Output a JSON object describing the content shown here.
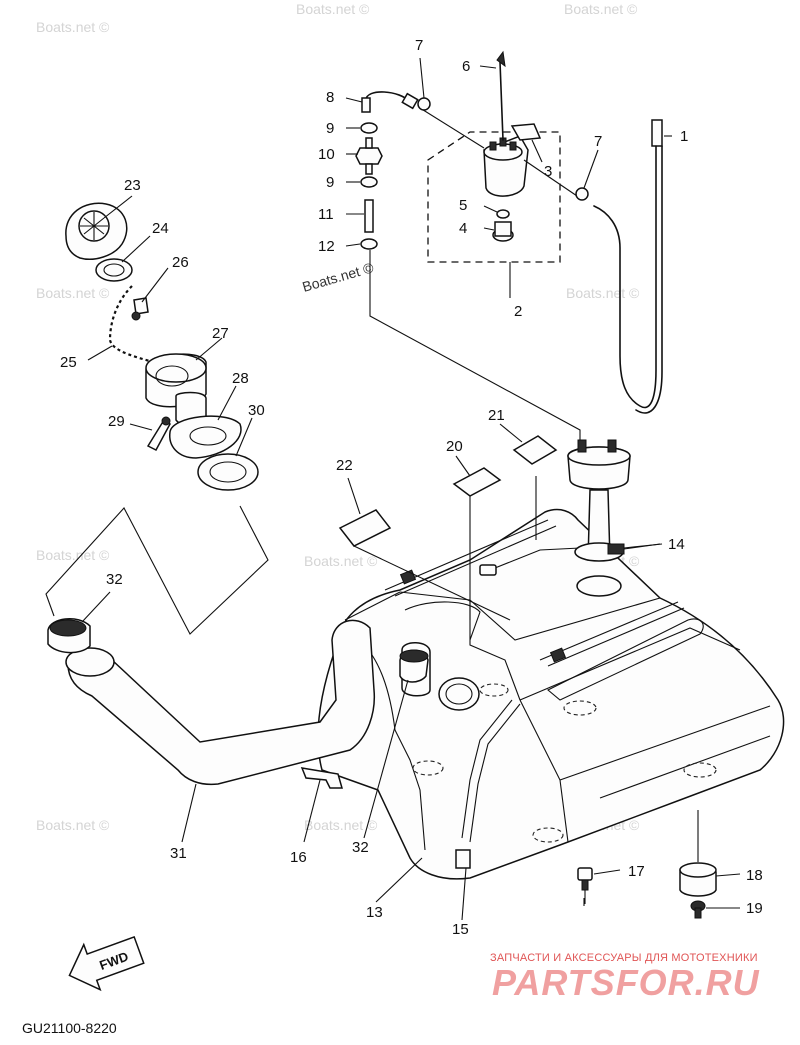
{
  "diagram": {
    "callouts": [
      "1",
      "2",
      "3",
      "4",
      "5",
      "6",
      "7",
      "7",
      "8",
      "9",
      "9",
      "10",
      "11",
      "12",
      "13",
      "14",
      "15",
      "16",
      "17",
      "18",
      "19",
      "20",
      "21",
      "22",
      "23",
      "24",
      "25",
      "26",
      "27",
      "28",
      "29",
      "30",
      "31",
      "32",
      "32"
    ],
    "fwd_label": "FWD",
    "drawing_code": "GU21100-8220"
  },
  "watermarks": {
    "text": "Boats.net ©",
    "text_center": "Boats.net ©"
  },
  "partsfor": {
    "tagline": "ЗАПЧАСТИ И АКСЕССУАРЫ ДЛЯ МОТОТЕХНИКИ",
    "logo": "PARTSFOR.RU"
  },
  "colors": {
    "line": "#111111",
    "watermark": "#d4d4d4",
    "logo": "#f0a0a0",
    "tagline": "#e05555"
  }
}
